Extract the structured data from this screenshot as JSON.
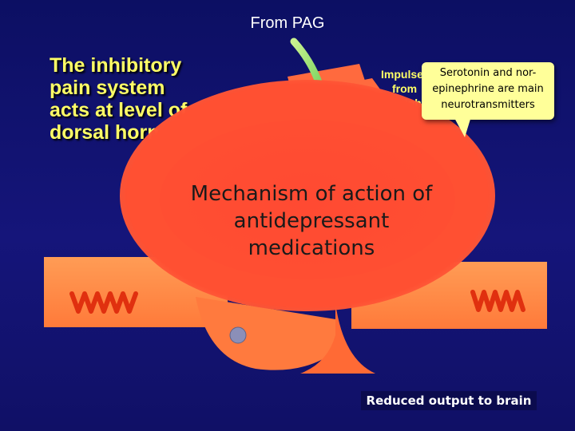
{
  "top_label": "From PAG",
  "title": [
    "The inhibitory",
    "pain system",
    "acts at level of",
    "dorsal horn"
  ],
  "impulse_label": [
    "Impulse",
    "from",
    "periphery"
  ],
  "callout": [
    "Serotonin and nor-",
    "epinephrine are main",
    "neurotransmitters"
  ],
  "main_text": [
    "Mechanism of action of",
    "antidepressant",
    "medications"
  ],
  "bottom_label": "Reduced output to brain",
  "colors": {
    "background": "#14146e",
    "title": "#ffff66",
    "glow": "#ff5a3c",
    "band": "#ff8c4a",
    "callout": "#ffff99",
    "wave": "#e0300f",
    "arrow": "#9be070"
  }
}
